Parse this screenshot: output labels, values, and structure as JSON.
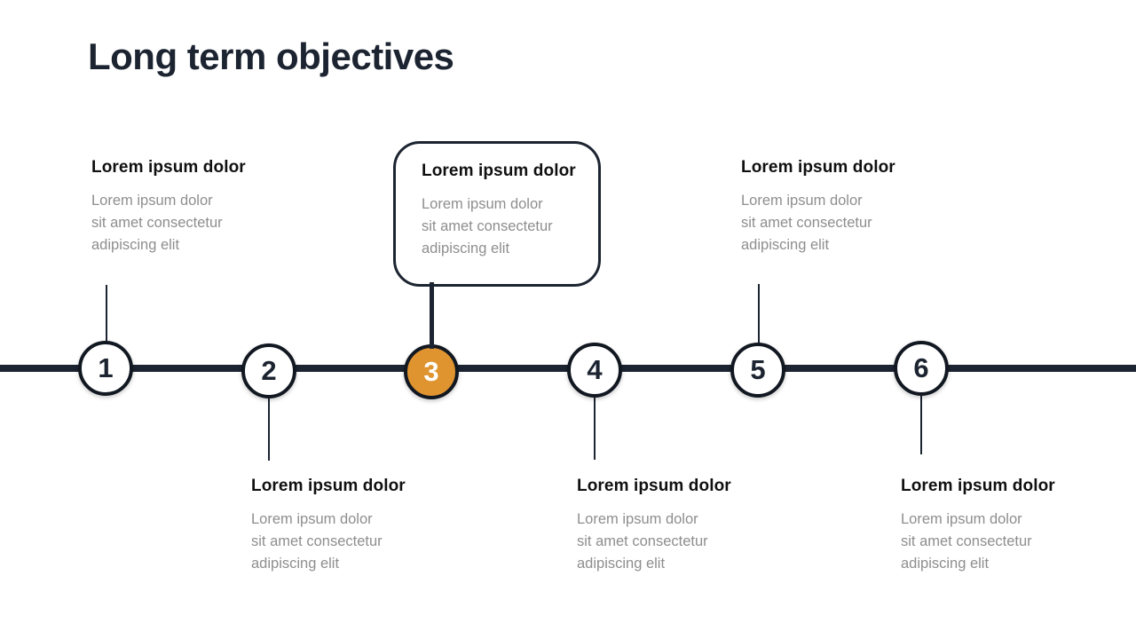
{
  "slide": {
    "title": "Long term objectives",
    "background_color": "#ffffff",
    "accent_color": "#df9430",
    "dark_color": "#1c2431",
    "muted_text_color": "#8e8e8e"
  },
  "timeline": {
    "axis_label": "timeline-axis",
    "steps": [
      {
        "number": "1",
        "position": "above",
        "active": false,
        "heading": "Lorem ipsum dolor",
        "body_lines": [
          "Lorem ipsum dolor",
          "sit amet consectetur",
          "adipiscing elit"
        ]
      },
      {
        "number": "2",
        "position": "below",
        "active": false,
        "heading": "Lorem ipsum dolor",
        "body_lines": [
          "Lorem ipsum dolor",
          "sit amet consectetur",
          "adipiscing elit"
        ]
      },
      {
        "number": "3",
        "position": "above",
        "active": true,
        "heading": "Lorem ipsum dolor",
        "body_lines": [
          "Lorem ipsum dolor",
          "sit amet consectetur",
          "adipiscing elit"
        ]
      },
      {
        "number": "4",
        "position": "below",
        "active": false,
        "heading": "Lorem ipsum dolor",
        "body_lines": [
          "Lorem ipsum dolor",
          "sit amet consectetur",
          "adipiscing elit"
        ]
      },
      {
        "number": "5",
        "position": "above",
        "active": false,
        "heading": "Lorem ipsum dolor",
        "body_lines": [
          "Lorem ipsum dolor",
          "sit amet consectetur",
          "adipiscing elit"
        ]
      },
      {
        "number": "6",
        "position": "below",
        "active": false,
        "heading": "Lorem ipsum dolor",
        "body_lines": [
          "Lorem ipsum dolor",
          "sit amet consectetur",
          "adipiscing elit"
        ]
      }
    ]
  }
}
